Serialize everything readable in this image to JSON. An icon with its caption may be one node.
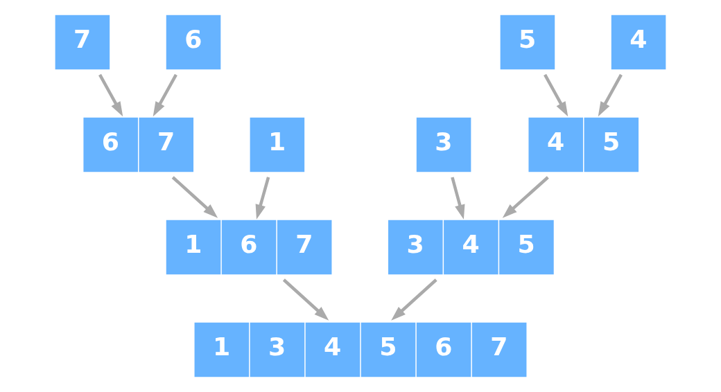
{
  "diagram": {
    "nodes": [
      {
        "text": [
          "7"
        ]
      },
      {
        "text": [
          "6"
        ]
      },
      {
        "text": [
          "1"
        ]
      },
      {
        "text": [
          "5"
        ]
      },
      {
        "text": [
          "4"
        ]
      },
      {
        "text": [
          "3"
        ]
      },
      {
        "text": [
          "6",
          "7"
        ]
      },
      {
        "text": [
          "4",
          "5"
        ]
      },
      {
        "text": [
          "1",
          "6",
          "7"
        ]
      },
      {
        "text": [
          "3",
          "4",
          "5"
        ]
      },
      {
        "text": [
          "1",
          "3",
          "4",
          "5",
          "6",
          "7"
        ]
      }
    ],
    "edges": [
      {
        "from": 0,
        "to": 6,
        "arrow": "to"
      },
      {
        "from": 1,
        "to": 6,
        "arrow": "to"
      },
      {
        "from": 2,
        "to": 8,
        "arrow": "to"
      },
      {
        "from": 3,
        "to": 7,
        "arrow": "to"
      },
      {
        "from": 4,
        "to": 7,
        "arrow": "to"
      },
      {
        "from": 5,
        "to": 9,
        "arrow": "to"
      },
      {
        "from": 6,
        "to": 8,
        "arrow": "to"
      },
      {
        "from": 7,
        "to": 9,
        "arrow": "to"
      },
      {
        "from": 8,
        "to": 10,
        "arrow": "to"
      },
      {
        "from": 9,
        "to": 10,
        "arrow": "to"
      }
    ]
  }
}
